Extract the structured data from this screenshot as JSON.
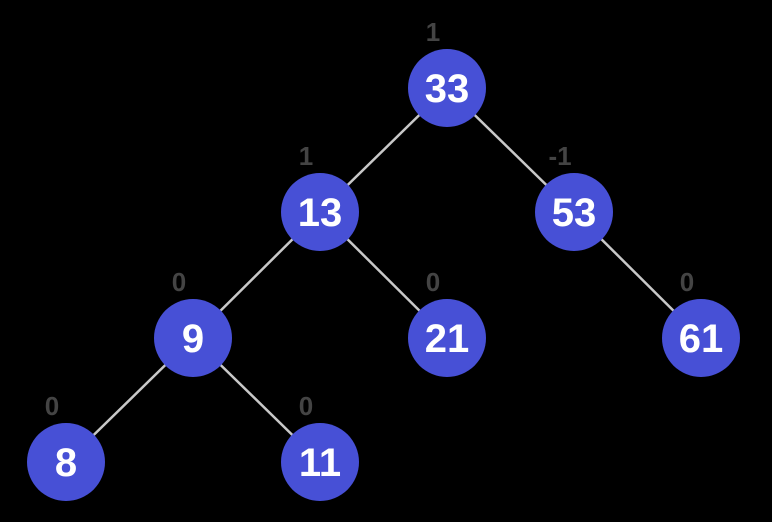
{
  "tree": {
    "nodes": [
      {
        "id": "n33",
        "value": "33",
        "balance": "1"
      },
      {
        "id": "n13",
        "value": "13",
        "balance": "1"
      },
      {
        "id": "n53",
        "value": "53",
        "balance": "-1"
      },
      {
        "id": "n9",
        "value": "9",
        "balance": "0"
      },
      {
        "id": "n21",
        "value": "21",
        "balance": "0"
      },
      {
        "id": "n61",
        "value": "61",
        "balance": "0"
      },
      {
        "id": "n8",
        "value": "8",
        "balance": "0"
      },
      {
        "id": "n11",
        "value": "11",
        "balance": "0"
      }
    ],
    "edges": [
      {
        "from": "n33",
        "to": "n13"
      },
      {
        "from": "n33",
        "to": "n53"
      },
      {
        "from": "n13",
        "to": "n9"
      },
      {
        "from": "n13",
        "to": "n21"
      },
      {
        "from": "n53",
        "to": "n61"
      },
      {
        "from": "n9",
        "to": "n8"
      },
      {
        "from": "n9",
        "to": "n11"
      }
    ]
  },
  "colors": {
    "background": "#000000",
    "node_fill": "#4750d6",
    "node_text": "#ffffff",
    "edge": "#c8c8c8",
    "balance_text": "#444444"
  }
}
